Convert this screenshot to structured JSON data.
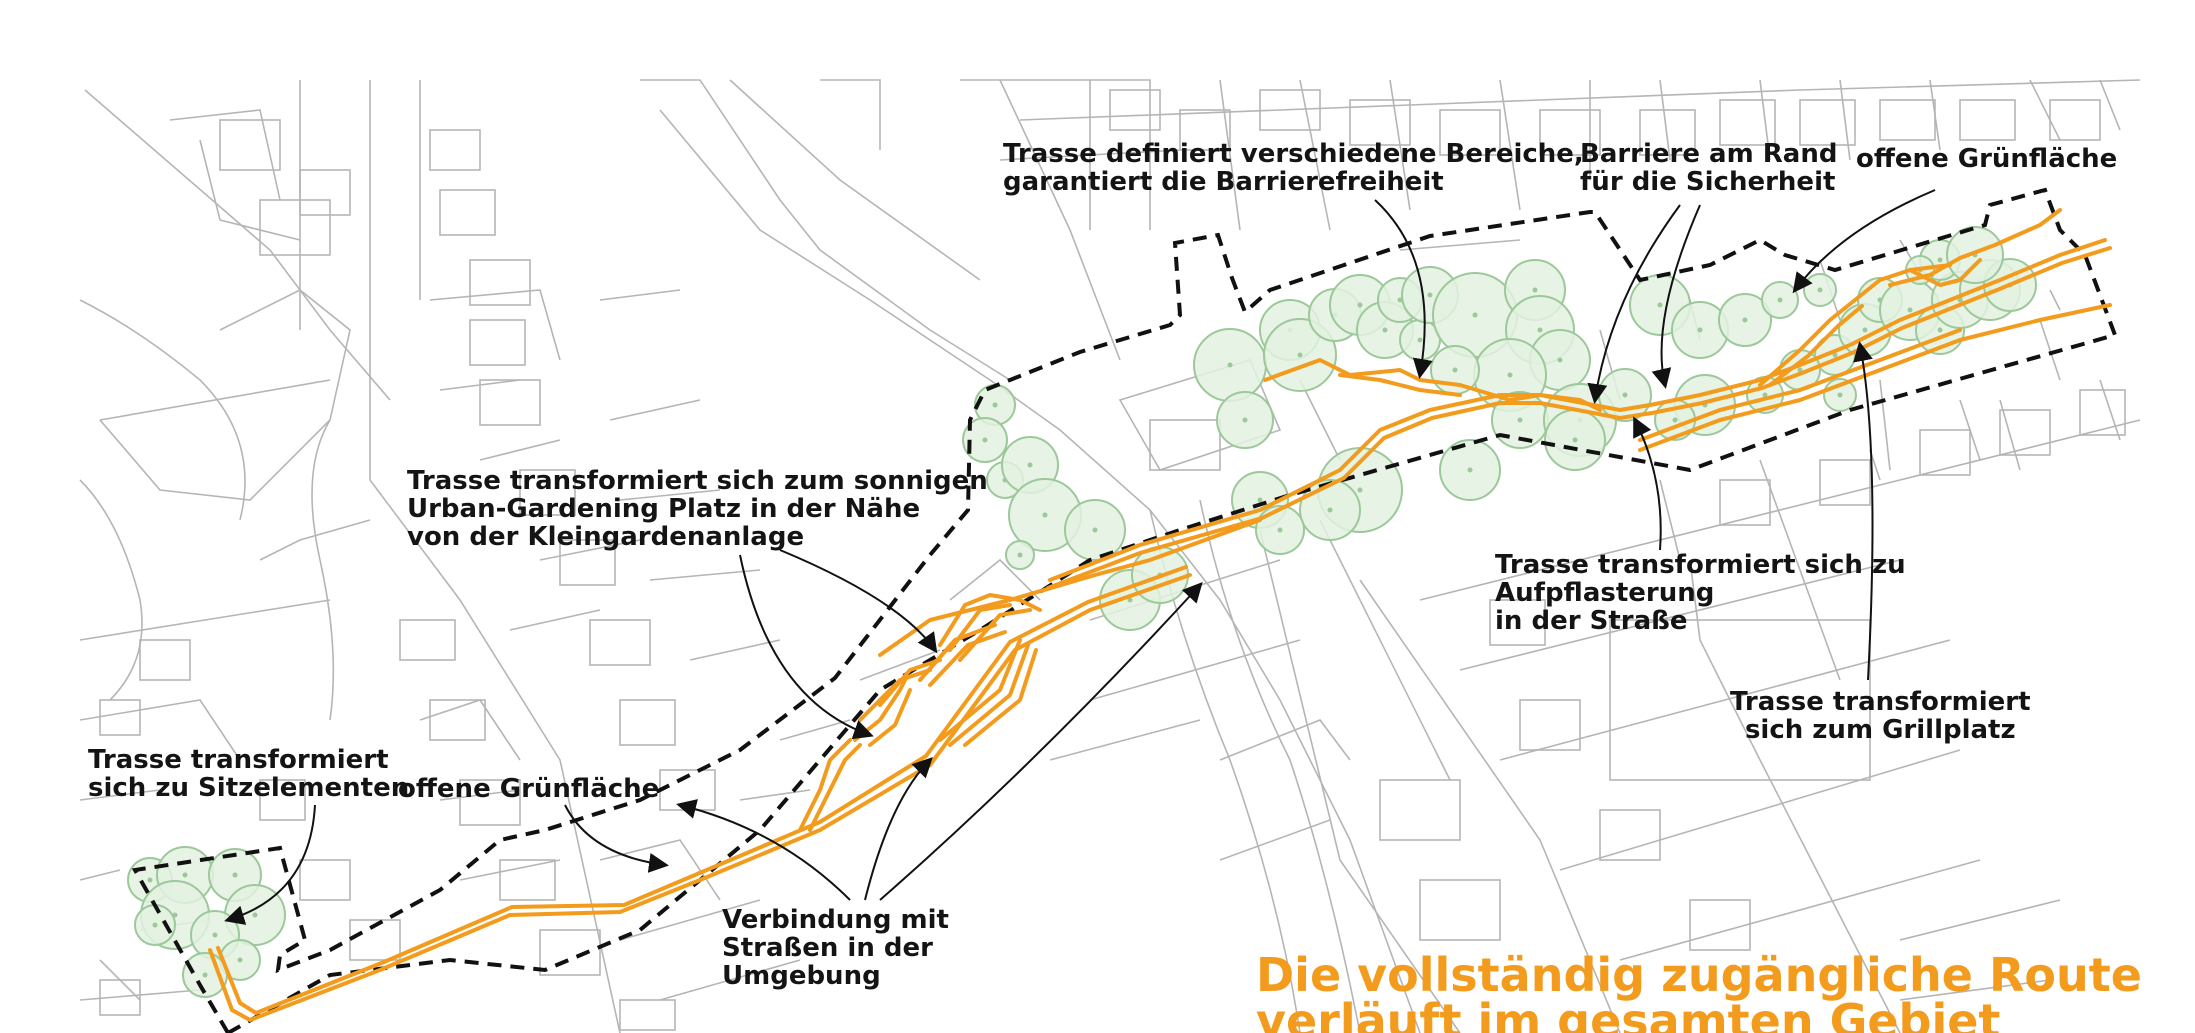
{
  "colors": {
    "route": "#f29b1d",
    "tree_fill": "#e3f1e0",
    "tree_stroke": "#9cc89a",
    "boundary": "#111111",
    "plan_lines": "#b5b5b5",
    "text": "#141414"
  },
  "annotations": {
    "trasse_bereiche": [
      "Trasse definiert verschiedene Bereiche,",
      "garantiert die Barrierefreiheit"
    ],
    "barriere": [
      "Barriere am Rand",
      "für die Sicherheit"
    ],
    "offene_gruen_top": [
      "offene Grünfläche"
    ],
    "urban_gardening": [
      "Trasse transformiert sich zum sonnigen",
      "Urban-Gardening Platz in der Nähe",
      "von der Kleingardenanlage"
    ],
    "aufpflasterung": [
      "Trasse transformiert sich zu",
      "Aufpflasterung",
      "in der Straße"
    ],
    "grillplatz": [
      "Trasse transformiert",
      "sich zum Grillplatz"
    ],
    "sitzelemente": [
      "Trasse transformiert",
      "sich zu Sitzelementen"
    ],
    "offene_gruen_left": [
      "offene Grünfläche"
    ],
    "verbindung": [
      "Verbindung mit",
      "Straßen in der",
      "Umgebung"
    ]
  },
  "headline": [
    "Die vollständig zugängliche Route",
    "verläuft im gesamten Gebiet"
  ]
}
